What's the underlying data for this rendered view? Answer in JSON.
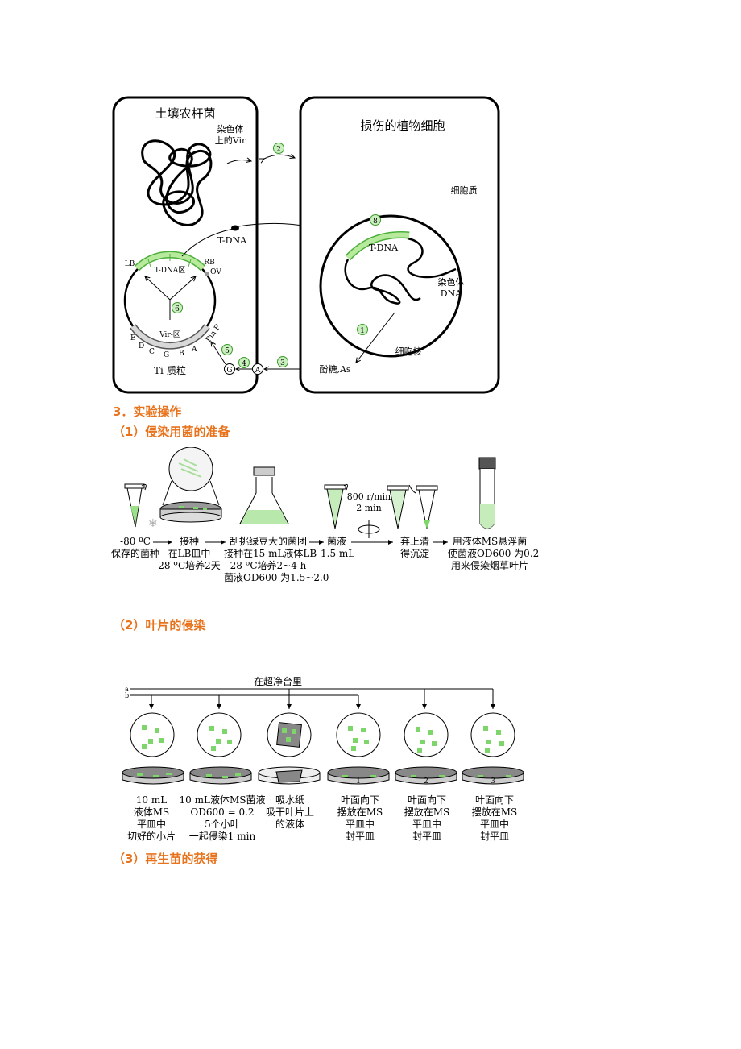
{
  "fig1": {
    "agro_title": "土壤农杆菌",
    "plant_title": "损伤的植物细胞",
    "chromo_vir": [
      "染色体",
      "上的Vir"
    ],
    "cytoplasm": "细胞质",
    "tdna_free": "T-DNA",
    "tdna_inserted": "T-DNA",
    "chromo_dna": [
      "染色体",
      "DNA"
    ],
    "nucleus": "细胞核",
    "phenol": "酚糖,As",
    "ti_plasmid": "Ti-质粒",
    "lb": "LB",
    "rb": "RB",
    "ov": "OV",
    "tdna_region": "T-DNA区",
    "vir_region": "Vir-区",
    "vir_genes": [
      "E",
      "D",
      "C",
      "G",
      "B",
      "A"
    ],
    "pin_f": "Pin F",
    "g_label": "G",
    "a_label": "A",
    "steps": [
      "1",
      "2",
      "3",
      "4",
      "5",
      "6",
      "7",
      "8"
    ]
  },
  "section3": {
    "title": "3．实验操作",
    "sub1": "（1）侵染用菌的准备",
    "sub2": "（2）叶片的侵染",
    "sub3": "（3）再生苗的获得"
  },
  "fig2": {
    "centrifuge": [
      "800 r/min",
      "2 min"
    ],
    "captions": [
      [
        "-80 ºC",
        "保存的菌种"
      ],
      [
        "接种",
        "在LB皿中",
        "28 ºC培养2天"
      ],
      [
        "刮挑绿豆大的菌团",
        "接种在15 mL液体LB",
        "28 ºC培养2~4 h",
        "菌液OD600 为1.5~2.0"
      ],
      [
        "菌液",
        "1.5 mL"
      ],
      [
        "弃上清",
        "得沉淀"
      ],
      [
        "用液体MS悬浮菌",
        "使菌液OD600 为0.2",
        "用来侵染烟草叶片"
      ]
    ]
  },
  "fig3": {
    "bench": "在超净台里",
    "line_a": "a",
    "line_b": "b",
    "plate_nums": [
      "1",
      "2",
      "3"
    ],
    "captions": [
      [
        "10 mL",
        "液体MS",
        "平皿中",
        "切好的小片"
      ],
      [
        "10 mL液体MS菌液",
        "OD600 = 0.2",
        "5个小叶",
        "一起侵染1 min"
      ],
      [
        "吸水纸",
        "吸干叶片上",
        "的液体"
      ],
      [
        "叶面向下",
        "摆放在MS",
        "平皿中",
        "封平皿"
      ],
      [
        "叶面向下",
        "摆放在MS",
        "平皿中",
        "封平皿"
      ],
      [
        "叶面向下",
        "摆放在MS",
        "平皿中",
        "封平皿"
      ]
    ]
  },
  "colors": {
    "accent": "#e8731c",
    "green": "#7ed66a",
    "green_light": "#c9efbe"
  }
}
